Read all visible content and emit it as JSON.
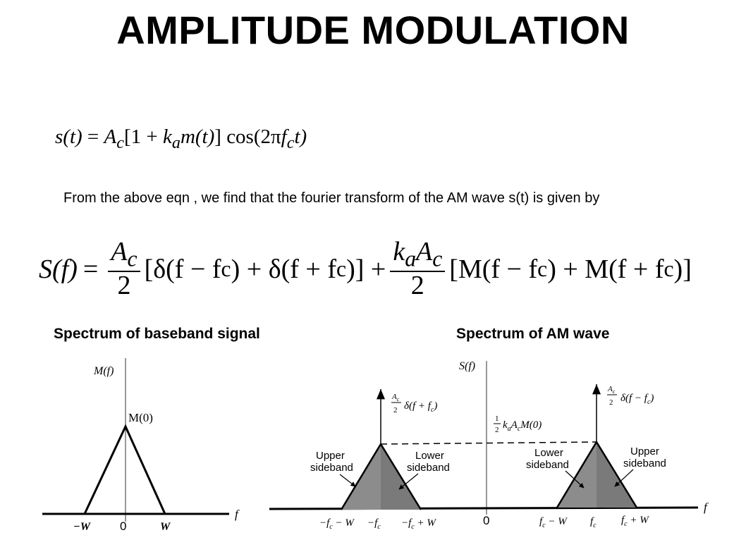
{
  "title": "AMPLITUDE MODULATION",
  "equation1": {
    "lhs": "s(t)",
    "eq": "=",
    "ac": "A",
    "ac_sub": "c",
    "bracket_open": "[1 +",
    "k": "k",
    "k_sub": "a",
    "m": "m(t)",
    "bracket_close": "] cos(2π",
    "f": "f",
    "f_sub": "c",
    "tail": "t)"
  },
  "paragraph": "From the above eqn , we find that the fourier transform of the AM wave s(t) is given by",
  "equation2": {
    "lhs": "S(f)",
    "eq": "=",
    "frac1_num": "A",
    "frac1_num_sub": "c",
    "frac1_den": "2",
    "term1": "[δ(f − f",
    "term1_sub": "c",
    "term1b": ") + δ(f + f",
    "term1b_sub": "c",
    "term1c": ")] +",
    "frac2_num": "k",
    "frac2_num_sub": "a",
    "frac2_num2": "A",
    "frac2_num2_sub": "c",
    "frac2_den": "2",
    "term2": "[M(f − f",
    "term2_sub": "c",
    "term2b": ") + M(f + f",
    "term2b_sub": "c",
    "term2c": ")]"
  },
  "subheadings": {
    "left": "Spectrum of baseband signal",
    "right": "Spectrum of AM wave"
  },
  "baseband": {
    "axis_label": "M(f)",
    "peak_label": "M(0)",
    "freq_label": "f",
    "tick_neg_w": "−W",
    "tick_zero": "0",
    "tick_w": "W"
  },
  "am": {
    "axis_label": "S(f)",
    "freq_label": "f",
    "impulse_left_coef_num": "A",
    "impulse_left_coef_sub": "c",
    "impulse_left_coef_den": "2",
    "impulse_left": "δ(f + f",
    "impulse_left_sub": "c",
    "impulse_left_tail": ")",
    "impulse_right_coef_num": "A",
    "impulse_right_coef_sub": "c",
    "impulse_right_coef_den": "2",
    "impulse_right": "δ(f − f",
    "impulse_right_sub": "c",
    "impulse_right_tail": ")",
    "level_half_num": "1",
    "level_half_den": "2",
    "level_label": "k",
    "level_label_sub": "a",
    "level_label2": "A",
    "level_label2_sub": "c",
    "level_label3": "M(0)",
    "upper_sideband_left_1": "Upper",
    "upper_sideband_left_2": "sideband",
    "lower_sideband_left_1": "Lower",
    "lower_sideband_left_2": "sideband",
    "lower_sideband_right_1": "Lower",
    "lower_sideband_right_2": "sideband",
    "upper_sideband_right_1": "Upper",
    "upper_sideband_right_2": "sideband",
    "tick_zero": "0",
    "tick_neg_fc_minus_w": "−f",
    "tick_neg_fc_minus_w_sub": "c",
    "tick_neg_fc_minus_w_tail": " − W",
    "tick_neg_fc": "−f",
    "tick_neg_fc_sub": "c",
    "tick_neg_fc_plus_w": "−f",
    "tick_neg_fc_plus_w_sub": "c",
    "tick_neg_fc_plus_w_tail": " + W",
    "tick_fc_minus_w": "f",
    "tick_fc_minus_w_sub": "c",
    "tick_fc_minus_w_tail": " − W",
    "tick_fc": "f",
    "tick_fc_sub": "c",
    "tick_fc_plus_w": "f",
    "tick_fc_plus_w_sub": "c",
    "tick_fc_plus_w_tail": " + W"
  },
  "colors": {
    "sideband_fill": "#8a8a8a",
    "sideband_fill_dark": "#6e6e6e",
    "line": "#000000"
  }
}
